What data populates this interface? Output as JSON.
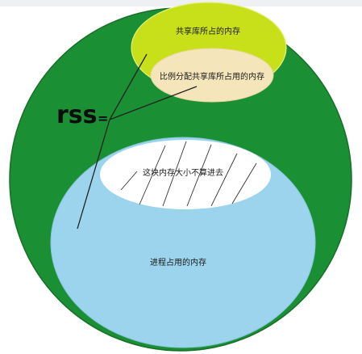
{
  "diagram": {
    "rss_label": "rss",
    "equals": "=",
    "labels": {
      "shared_lib_memory": "共享库所占的内存",
      "proportional_shared": "比例分配共享库所占用的内存",
      "not_counted": "这块内存大小不算进去",
      "process_memory": "进程占用的内存"
    },
    "colors": {
      "outer_green": "#1a8f33",
      "shared_yellow": "#c8e01a",
      "proportional_beige": "#f4e5bb",
      "process_blue": "#9bd4ec",
      "excluded_white": "#ffffff",
      "lines": "#222222"
    }
  }
}
